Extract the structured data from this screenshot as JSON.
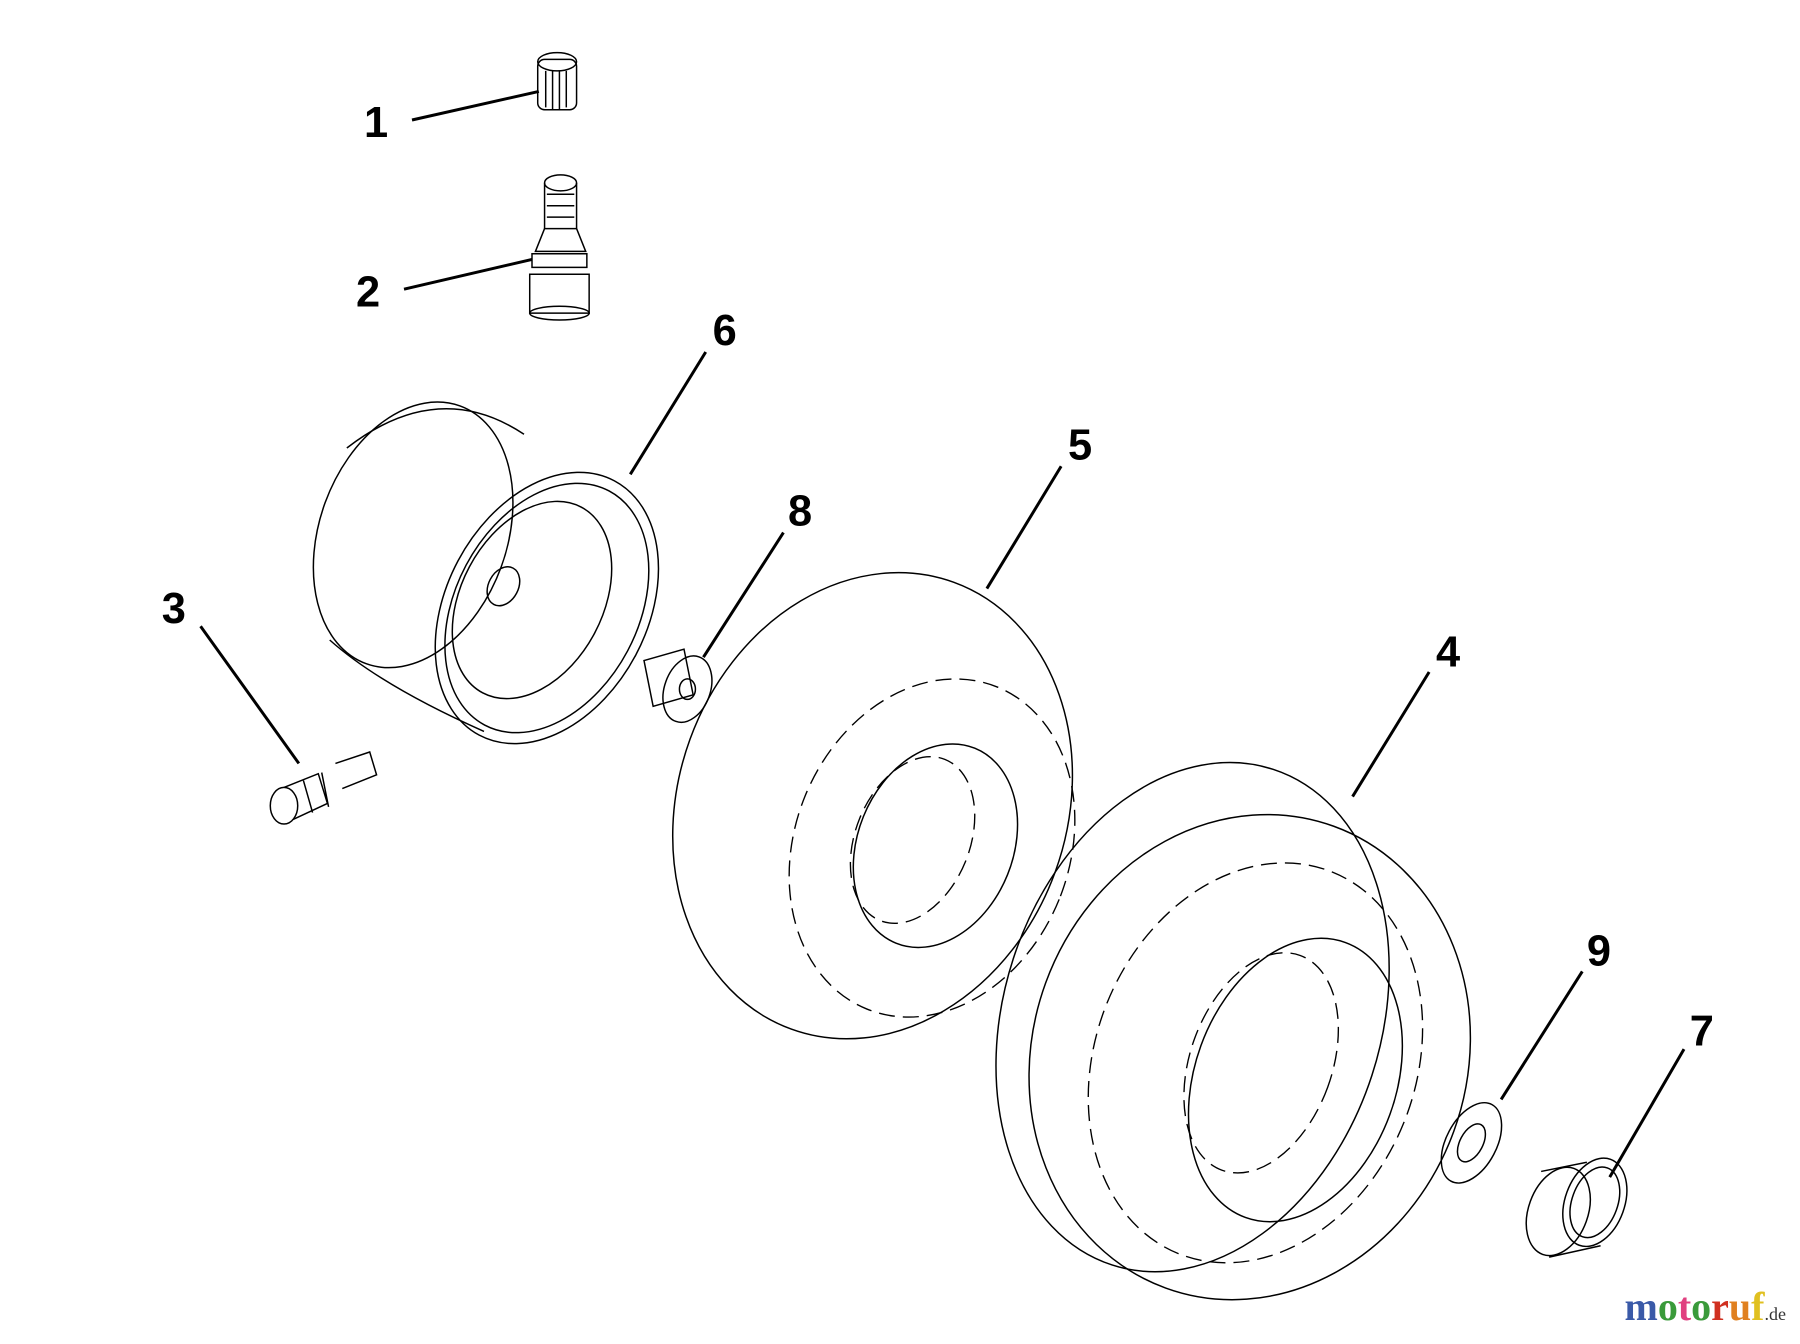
{
  "diagram": {
    "callouts": [
      {
        "num": "1",
        "part": "valve-cap"
      },
      {
        "num": "2",
        "part": "valve-stem"
      },
      {
        "num": "3",
        "part": "grease-fitting"
      },
      {
        "num": "4",
        "part": "tire"
      },
      {
        "num": "5",
        "part": "inner-tube-tire"
      },
      {
        "num": "6",
        "part": "rim"
      },
      {
        "num": "7",
        "part": "hub-cap"
      },
      {
        "num": "8",
        "part": "bushing"
      },
      {
        "num": "9",
        "part": "washer"
      }
    ]
  },
  "watermark": {
    "text": "motoruf",
    "suffix": ".de",
    "colors": [
      "#3a5aa8",
      "#3a9a3a",
      "#e04080",
      "#3a9a3a",
      "#d03020",
      "#e08020",
      "#e0c020"
    ]
  }
}
